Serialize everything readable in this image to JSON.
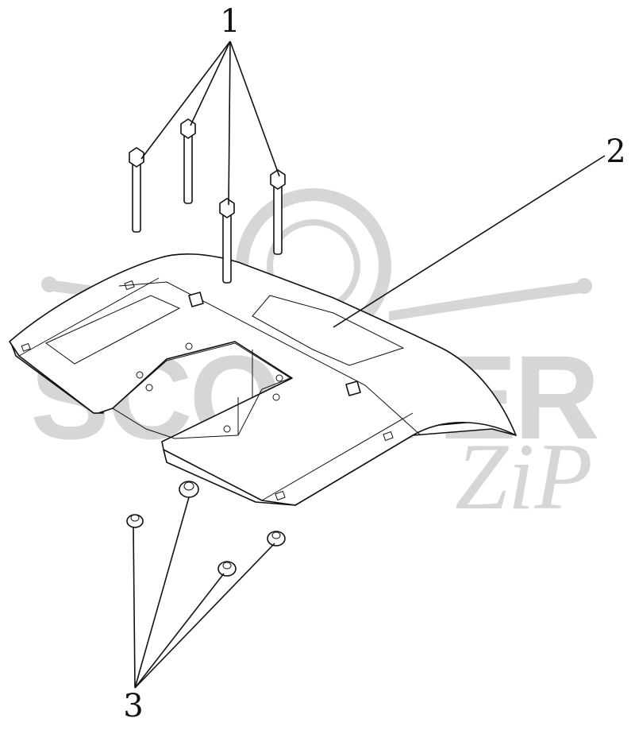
{
  "callouts": {
    "bolts": "1",
    "plate": "2",
    "nuts": "3"
  },
  "watermark": {
    "word": "SCOOTER",
    "script": "ZiP"
  },
  "colors": {
    "ink": "#111111",
    "watermark": "#d2d2d2",
    "background": "#ffffff"
  }
}
